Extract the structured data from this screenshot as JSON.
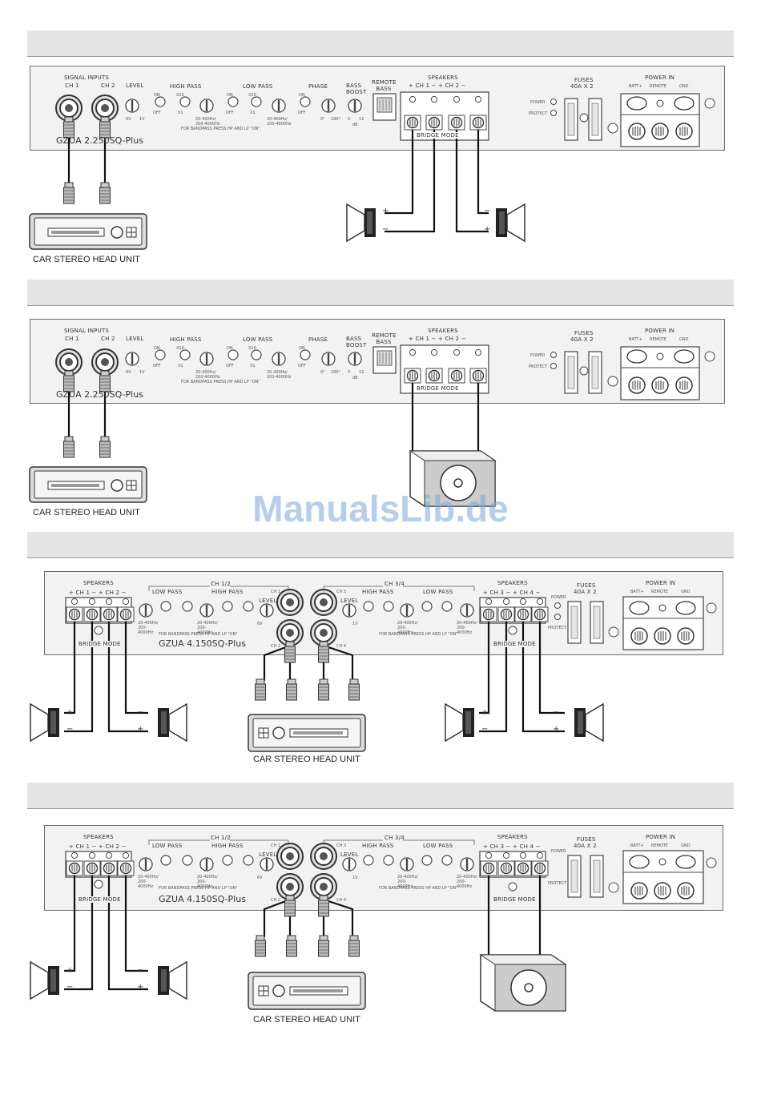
{
  "watermark": "ManualsLib.de",
  "amp2ch": {
    "model": "GZUA 2.250SQ-Plus",
    "signal_inputs": "SIGNAL INPUTS",
    "ch1": "CH 1",
    "ch2": "CH 2",
    "level": "LEVEL",
    "level_min": "6V",
    "level_max": "1V",
    "high_pass": "HIGH PASS",
    "low_pass": "LOW PASS",
    "on": "ON",
    "off": "OFF",
    "x10": "X10",
    "x1": "X1",
    "hp_range": "20-400Hz/ 200-4000Hz",
    "lp_range": "20-400Hz/ 200-4000Hz",
    "bandpass_note": "FOR BANDPASS PRESS HP AND LP \"ON\"",
    "phase": "PHASE",
    "phase_0": "0°",
    "phase_180": "180°",
    "bass_boost": "BASS BOOST",
    "boost_0": "0",
    "boost_12": "12",
    "boost_db": "dB",
    "remote_bass": "REMOTE BASS",
    "speakers": "SPEAKERS",
    "spk_ch": "+ CH 1 −    + CH 2 −",
    "bridge_mode": "BRIDGE MODE",
    "fuses": "FUSES",
    "fuses_val": "40A X 2",
    "power_led": "POWER",
    "protect_led": "PROTECT",
    "power_in": "POWER IN",
    "batt": "BATT+",
    "remote": "REMOTE",
    "gnd": "GND"
  },
  "amp4ch": {
    "model": "GZUA 4.150SQ-Plus",
    "speakers": "SPEAKERS",
    "spk_ch12": "+ CH 1 −    + CH 2 −",
    "spk_ch34": "+ CH 3 −    + CH 4 −",
    "ch12": "CH 1/2",
    "ch34": "CH 3/4",
    "low_pass": "LOW PASS",
    "high_pass": "HIGH PASS",
    "level": "LEVEL",
    "level_min": "6V",
    "level_max": "1V",
    "in_ch1": "CH 1",
    "in_ch2": "CH 2",
    "in_ch3": "CH 3",
    "in_ch4": "CH 4",
    "bandpass_note": "FOR BANDPASS PRESS HP AND LP \"ON\"",
    "range": "20-400Hz/ 200-4000Hz",
    "bridge_mode": "BRIDGE MODE",
    "fuses": "FUSES",
    "fuses_val": "40A X 2",
    "power_led": "POWER",
    "protect_led": "PROTECT",
    "power_in": "POWER IN",
    "batt": "BATT+",
    "remote": "REMOTE",
    "gnd": "GND"
  },
  "head_unit_label": "CAR STEREO HEAD UNIT",
  "polarity": {
    "plus": "+",
    "minus": "−"
  }
}
